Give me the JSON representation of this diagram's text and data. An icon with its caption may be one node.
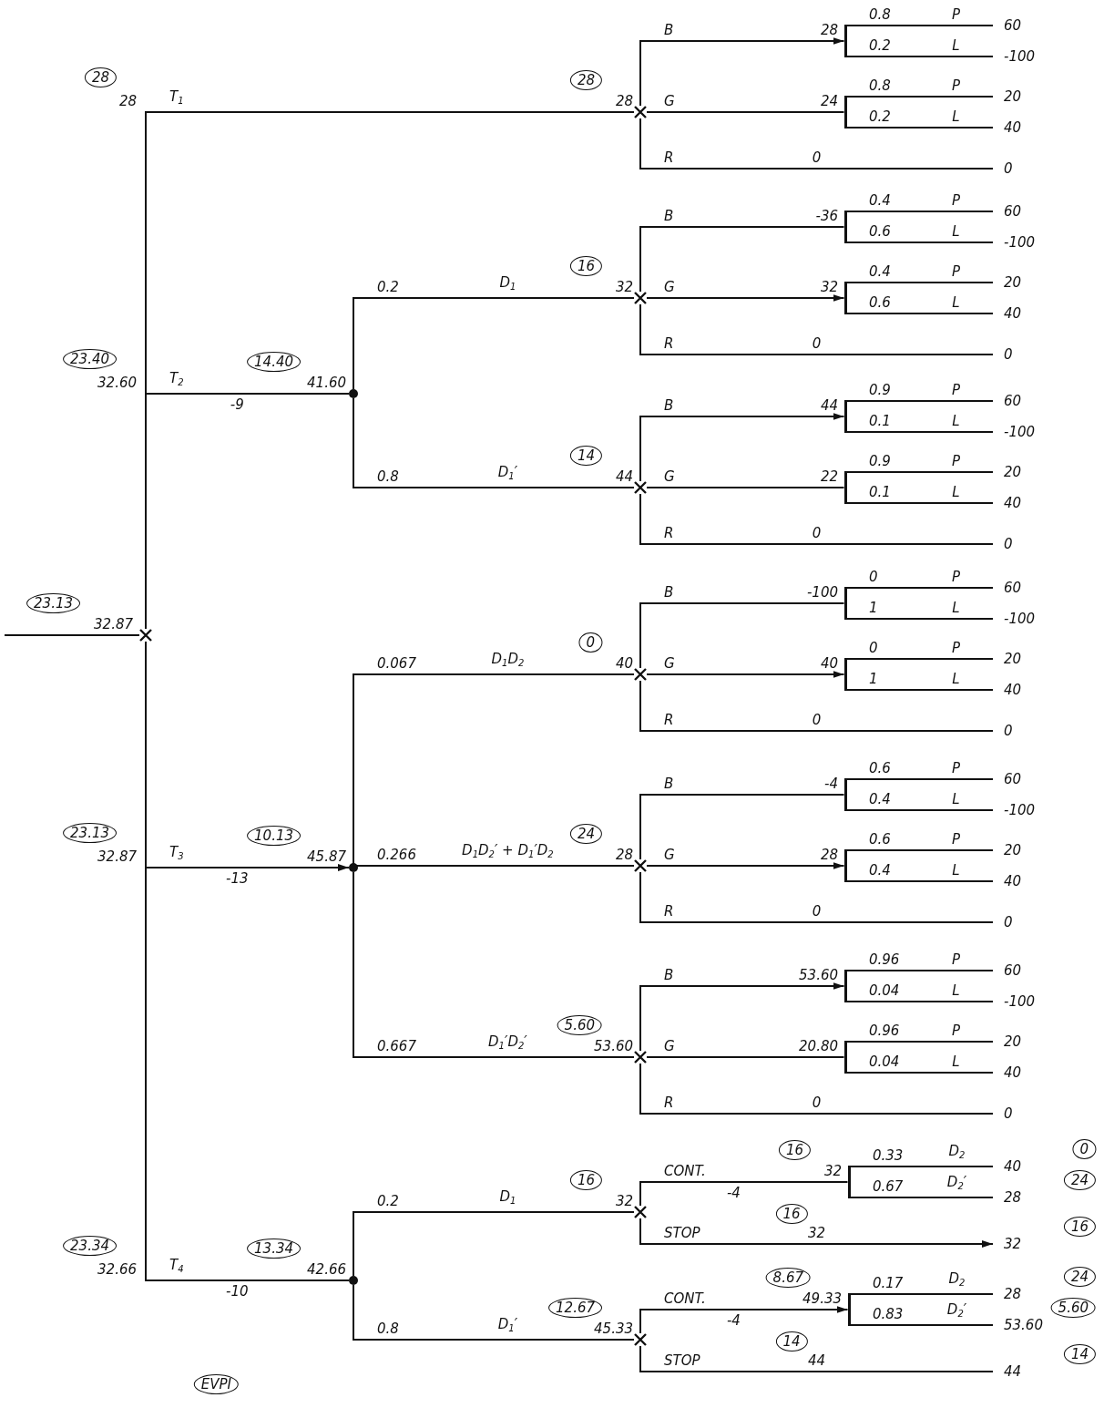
{
  "diagram": {
    "nodes": [
      {
        "text": [],
        "shape": "cross",
        "beside": [
          "32.87"
        ]
      },
      {
        "text": [],
        "shape": "cross",
        "beside": [
          "28"
        ]
      },
      {
        "text": [],
        "shape": "bar",
        "beside": [
          "28"
        ]
      },
      {
        "text": [
          "60"
        ]
      },
      {
        "text": [
          "-100"
        ]
      },
      {
        "text": [],
        "shape": "bar",
        "beside": [
          "24"
        ]
      },
      {
        "text": [
          "20"
        ]
      },
      {
        "text": [
          "40"
        ]
      },
      {
        "text": [
          "0"
        ]
      },
      {
        "text": [],
        "shape": "dot",
        "beside": [
          "41.60"
        ]
      },
      {
        "text": [],
        "shape": "cross",
        "beside": [
          "32"
        ]
      },
      {
        "text": [],
        "shape": "bar",
        "beside": [
          "-36"
        ]
      },
      {
        "text": [
          "60"
        ]
      },
      {
        "text": [
          "-100"
        ]
      },
      {
        "text": [],
        "shape": "bar",
        "beside": [
          "32"
        ]
      },
      {
        "text": [
          "20"
        ]
      },
      {
        "text": [
          "40"
        ]
      },
      {
        "text": [
          "0"
        ]
      },
      {
        "text": [],
        "shape": "cross",
        "beside": [
          "44"
        ]
      },
      {
        "text": [],
        "shape": "bar",
        "beside": [
          "44"
        ]
      },
      {
        "text": [
          "60"
        ]
      },
      {
        "text": [
          "-100"
        ]
      },
      {
        "text": [],
        "shape": "bar",
        "beside": [
          "22"
        ]
      },
      {
        "text": [
          "20"
        ]
      },
      {
        "text": [
          "40"
        ]
      },
      {
        "text": [
          "0"
        ]
      },
      {
        "text": [],
        "shape": "dot",
        "beside": [
          "45.87"
        ]
      },
      {
        "text": [],
        "shape": "cross",
        "beside": [
          "40"
        ]
      },
      {
        "text": [],
        "shape": "bar",
        "beside": [
          "-100"
        ]
      },
      {
        "text": [
          "60"
        ]
      },
      {
        "text": [
          "-100"
        ]
      },
      {
        "text": [],
        "shape": "bar",
        "beside": [
          "40"
        ]
      },
      {
        "text": [
          "20"
        ]
      },
      {
        "text": [
          "40"
        ]
      },
      {
        "text": [
          "0"
        ]
      },
      {
        "text": [],
        "shape": "cross",
        "beside": [
          "28"
        ]
      },
      {
        "text": [],
        "shape": "bar",
        "beside": [
          "-4"
        ]
      },
      {
        "text": [
          "60"
        ]
      },
      {
        "text": [
          "-100"
        ]
      },
      {
        "text": [],
        "shape": "bar",
        "beside": [
          "28"
        ]
      },
      {
        "text": [
          "20"
        ]
      },
      {
        "text": [
          "40"
        ]
      },
      {
        "text": [
          "0"
        ]
      },
      {
        "text": [],
        "shape": "cross",
        "beside": [
          "53.60"
        ]
      },
      {
        "text": [],
        "shape": "bar",
        "beside": [
          "53.60"
        ]
      },
      {
        "text": [
          "60"
        ]
      },
      {
        "text": [
          "-100"
        ]
      },
      {
        "text": [],
        "shape": "bar",
        "beside": [
          "20.80"
        ]
      },
      {
        "text": [
          "20"
        ]
      },
      {
        "text": [
          "40"
        ]
      },
      {
        "text": [
          "0"
        ]
      },
      {
        "text": [],
        "shape": "dot",
        "beside": [
          "42.66"
        ]
      },
      {
        "text": [],
        "shape": "cross",
        "beside": [
          "32"
        ]
      },
      {
        "text": [],
        "shape": "bar",
        "beside": [
          "32"
        ]
      },
      {
        "text": [
          "40"
        ]
      },
      {
        "text": [
          "28"
        ]
      },
      {
        "text": [
          "32"
        ]
      },
      {
        "text": [],
        "shape": "cross",
        "beside": [
          "45.33"
        ]
      },
      {
        "text": [],
        "shape": "bar",
        "beside": [
          "49.33"
        ]
      },
      {
        "text": [
          "28"
        ]
      },
      {
        "text": [
          "53.60"
        ]
      },
      {
        "text": [
          "44"
        ]
      },
      {
        "text": [
          "28"
        ]
      },
      {
        "text": [
          "28"
        ]
      },
      {
        "text": [
          "16"
        ]
      },
      {
        "text": [
          "23.40"
        ]
      },
      {
        "text": [
          "14.40"
        ]
      },
      {
        "text": [
          "14"
        ]
      },
      {
        "text": [
          "23.13"
        ]
      },
      {
        "text": [
          "0"
        ]
      },
      {
        "text": [
          "23.13"
        ]
      },
      {
        "text": [
          "10.13"
        ]
      },
      {
        "text": [
          "24"
        ]
      },
      {
        "text": [
          "5.60"
        ]
      },
      {
        "text": [
          "0"
        ]
      },
      {
        "text": [
          "16"
        ]
      },
      {
        "text": [
          "24"
        ]
      },
      {
        "text": [
          "16"
        ]
      },
      {
        "text": [
          "16"
        ]
      },
      {
        "text": [
          "16"
        ]
      },
      {
        "text": [
          "23.34"
        ]
      },
      {
        "text": [
          "13.34"
        ]
      },
      {
        "text": [
          "24"
        ]
      },
      {
        "text": [
          "8.67"
        ]
      },
      {
        "text": [
          "12.67"
        ]
      },
      {
        "text": [
          "5.60"
        ]
      },
      {
        "text": [
          "14"
        ]
      },
      {
        "text": [
          "14"
        ]
      },
      {
        "text": [
          "EVPI"
        ]
      }
    ],
    "edges": [
      {
        "from": null,
        "to": 0,
        "arrow": "none"
      },
      {
        "from": 0,
        "to": 1,
        "arrow": "none",
        "label": "T$_{1}$"
      },
      {
        "from": 1,
        "to": 2,
        "arrow": "to",
        "label": "B"
      },
      {
        "from": 2,
        "to": 3,
        "arrow": "none",
        "label": "0.8"
      },
      {
        "from": 2,
        "to": 4,
        "arrow": "none",
        "label": "0.2"
      },
      {
        "from": 1,
        "to": 5,
        "arrow": "none",
        "label": "G"
      },
      {
        "from": 5,
        "to": 6,
        "arrow": "none",
        "label": "0.8"
      },
      {
        "from": 5,
        "to": 7,
        "arrow": "none",
        "label": "0.2"
      },
      {
        "from": 1,
        "to": 8,
        "arrow": "none",
        "label": "R"
      },
      {
        "from": 0,
        "to": 9,
        "arrow": "none",
        "label": "T$_{2}$"
      },
      {
        "from": 9,
        "to": 10,
        "arrow": "none",
        "label": "0.2"
      },
      {
        "from": 10,
        "to": 11,
        "arrow": "none",
        "label": "B"
      },
      {
        "from": 11,
        "to": 12,
        "arrow": "none",
        "label": "0.4"
      },
      {
        "from": 11,
        "to": 13,
        "arrow": "none",
        "label": "0.6"
      },
      {
        "from": 10,
        "to": 14,
        "arrow": "to",
        "label": "G"
      },
      {
        "from": 14,
        "to": 15,
        "arrow": "none",
        "label": "0.4"
      },
      {
        "from": 14,
        "to": 16,
        "arrow": "none",
        "label": "0.6"
      },
      {
        "from": 10,
        "to": 17,
        "arrow": "none",
        "label": "R"
      },
      {
        "from": 9,
        "to": 18,
        "arrow": "none",
        "label": "0.8"
      },
      {
        "from": 18,
        "to": 19,
        "arrow": "to",
        "label": "B"
      },
      {
        "from": 19,
        "to": 20,
        "arrow": "none",
        "label": "0.9"
      },
      {
        "from": 19,
        "to": 21,
        "arrow": "none",
        "label": "0.1"
      },
      {
        "from": 18,
        "to": 22,
        "arrow": "none",
        "label": "G"
      },
      {
        "from": 22,
        "to": 23,
        "arrow": "none",
        "label": "0.9"
      },
      {
        "from": 22,
        "to": 24,
        "arrow": "none",
        "label": "0.1"
      },
      {
        "from": 18,
        "to": 25,
        "arrow": "none",
        "label": "R"
      },
      {
        "from": 0,
        "to": 26,
        "arrow": "to",
        "label": "T$_{3}$"
      },
      {
        "from": 26,
        "to": 27,
        "arrow": "none",
        "label": "0.067"
      },
      {
        "from": 27,
        "to": 28,
        "arrow": "none",
        "label": "B"
      },
      {
        "from": 28,
        "to": 29,
        "arrow": "none",
        "label": "0"
      },
      {
        "from": 28,
        "to": 30,
        "arrow": "none",
        "label": "1"
      },
      {
        "from": 27,
        "to": 31,
        "arrow": "to",
        "label": "G"
      },
      {
        "from": 31,
        "to": 32,
        "arrow": "none",
        "label": "0"
      },
      {
        "from": 31,
        "to": 33,
        "arrow": "none",
        "label": "1"
      },
      {
        "from": 27,
        "to": 34,
        "arrow": "none",
        "label": "R"
      },
      {
        "from": 26,
        "to": 35,
        "arrow": "none",
        "label": "0.266"
      },
      {
        "from": 35,
        "to": 36,
        "arrow": "none",
        "label": "B"
      },
      {
        "from": 36,
        "to": 37,
        "arrow": "none",
        "label": "0.6"
      },
      {
        "from": 36,
        "to": 38,
        "arrow": "none",
        "label": "0.4"
      },
      {
        "from": 35,
        "to": 39,
        "arrow": "to",
        "label": "G"
      },
      {
        "from": 39,
        "to": 40,
        "arrow": "none",
        "label": "0.6"
      },
      {
        "from": 39,
        "to": 41,
        "arrow": "none",
        "label": "0.4"
      },
      {
        "from": 35,
        "to": 42,
        "arrow": "none",
        "label": "R"
      },
      {
        "from": 26,
        "to": 43,
        "arrow": "none",
        "label": "0.667"
      },
      {
        "from": 43,
        "to": 44,
        "arrow": "to",
        "label": "B"
      },
      {
        "from": 44,
        "to": 45,
        "arrow": "none",
        "label": "0.96"
      },
      {
        "from": 44,
        "to": 46,
        "arrow": "none",
        "label": "0.04"
      },
      {
        "from": 43,
        "to": 47,
        "arrow": "none",
        "label": "G"
      },
      {
        "from": 47,
        "to": 48,
        "arrow": "none",
        "label": "0.96"
      },
      {
        "from": 47,
        "to": 49,
        "arrow": "none",
        "label": "0.04"
      },
      {
        "from": 43,
        "to": 50,
        "arrow": "none",
        "label": "R"
      },
      {
        "from": 0,
        "to": 51,
        "arrow": "none",
        "label": "T$_{4}$"
      },
      {
        "from": 51,
        "to": 52,
        "arrow": "none",
        "label": "0.2"
      },
      {
        "from": 52,
        "to": 53,
        "arrow": "none",
        "label": "CONT."
      },
      {
        "from": 53,
        "to": 54,
        "arrow": "none",
        "label": "0.33"
      },
      {
        "from": 53,
        "to": 55,
        "arrow": "none",
        "label": "0.67"
      },
      {
        "from": 52,
        "to": 56,
        "arrow": "to",
        "label": "STOP"
      },
      {
        "from": 51,
        "to": 57,
        "arrow": "none",
        "label": "0.8"
      },
      {
        "from": 57,
        "to": 58,
        "arrow": "to",
        "label": "CONT."
      },
      {
        "from": 58,
        "to": 59,
        "arrow": "none",
        "label": "0.17"
      },
      {
        "from": 58,
        "to": 60,
        "arrow": "none",
        "label": "0.83"
      },
      {
        "from": 57,
        "to": 61,
        "arrow": "none",
        "label": "STOP"
      }
    ],
    "labels": [
      "28",
      "P",
      "L",
      "P",
      "L",
      "0",
      "32.60",
      "-9",
      "D$_{1}$",
      "P",
      "L",
      "P",
      "L",
      "0",
      "D$_{1}$′",
      "P",
      "L",
      "P",
      "L",
      "0",
      "32.87",
      "-13",
      "D$_{1}$D$_{2}$",
      "P",
      "L",
      "P",
      "L",
      "0",
      "D$_{1}$D$_{2}$′ + D$_{1}$′D$_{2}$",
      "P",
      "L",
      "P",
      "L",
      "0",
      "D$_{1}$′D$_{2}$′",
      "P",
      "L",
      "P",
      "L",
      "0",
      "32.66",
      "-10",
      "D$_{1}$",
      "-4",
      "D$_{2}$",
      "D$_{2}$′",
      "32",
      "D$_{1}$′",
      "-4",
      "D$_{2}$",
      "D$_{2}$′",
      "44"
    ]
  }
}
